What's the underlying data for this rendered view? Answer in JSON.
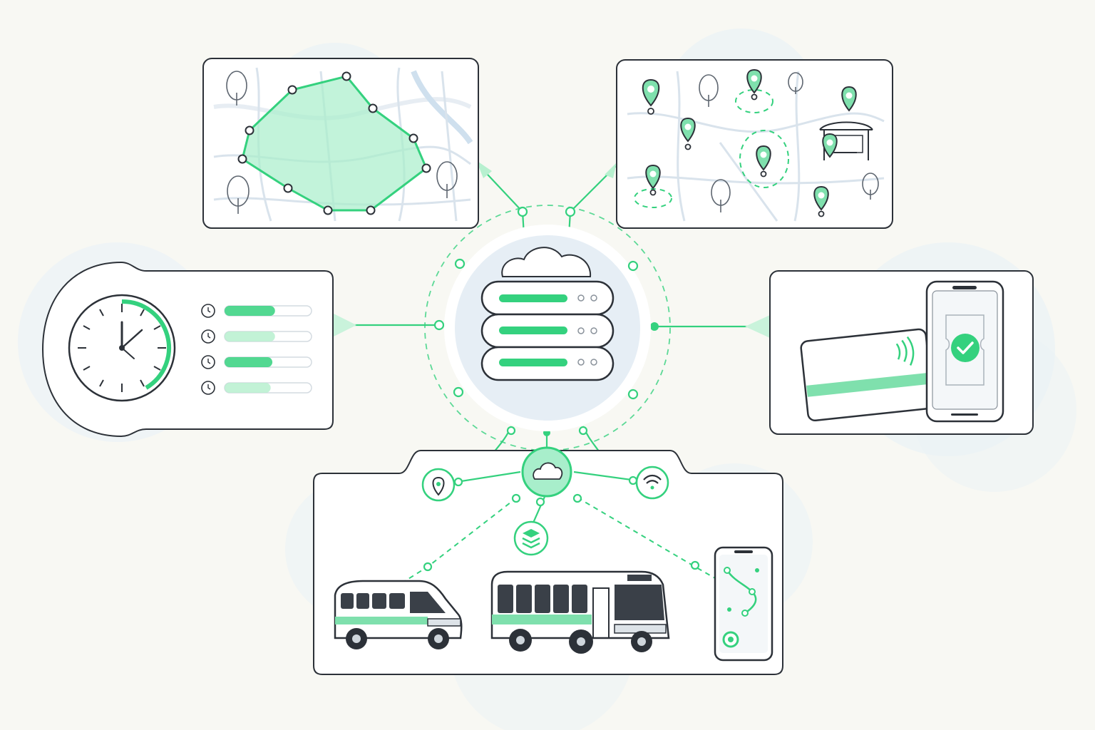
{
  "colors": {
    "accent": "#34d17e",
    "accent_light": "#b7f0cf",
    "ink": "#2c3138",
    "halo": "#e8f1f7",
    "background": "#f8f8f3"
  },
  "hub": {
    "icons": [
      "cloud-icon",
      "server-stack-icon"
    ],
    "server_rows": 3
  },
  "panels": [
    {
      "id": "service-zone-map",
      "icons": [
        "polygon-zone-icon",
        "tree-icon"
      ]
    },
    {
      "id": "virtual-stops-map",
      "icons": [
        "map-pin-icon",
        "bus-shelter-icon",
        "tree-icon"
      ]
    },
    {
      "id": "schedule-panel",
      "icons": [
        "clock-icon",
        "mini-clock-icon"
      ],
      "schedule_fill": [
        0.58,
        0.58,
        0.55,
        0.53
      ]
    },
    {
      "id": "payment-panel",
      "icons": [
        "contactless-card-icon",
        "smartphone-icon",
        "checkmark-icon"
      ]
    },
    {
      "id": "fleet-panel",
      "icons": [
        "cloud-icon",
        "map-pin-icon",
        "wifi-icon",
        "layers-icon",
        "van-icon",
        "bus-icon",
        "smartphone-icon"
      ]
    }
  ]
}
